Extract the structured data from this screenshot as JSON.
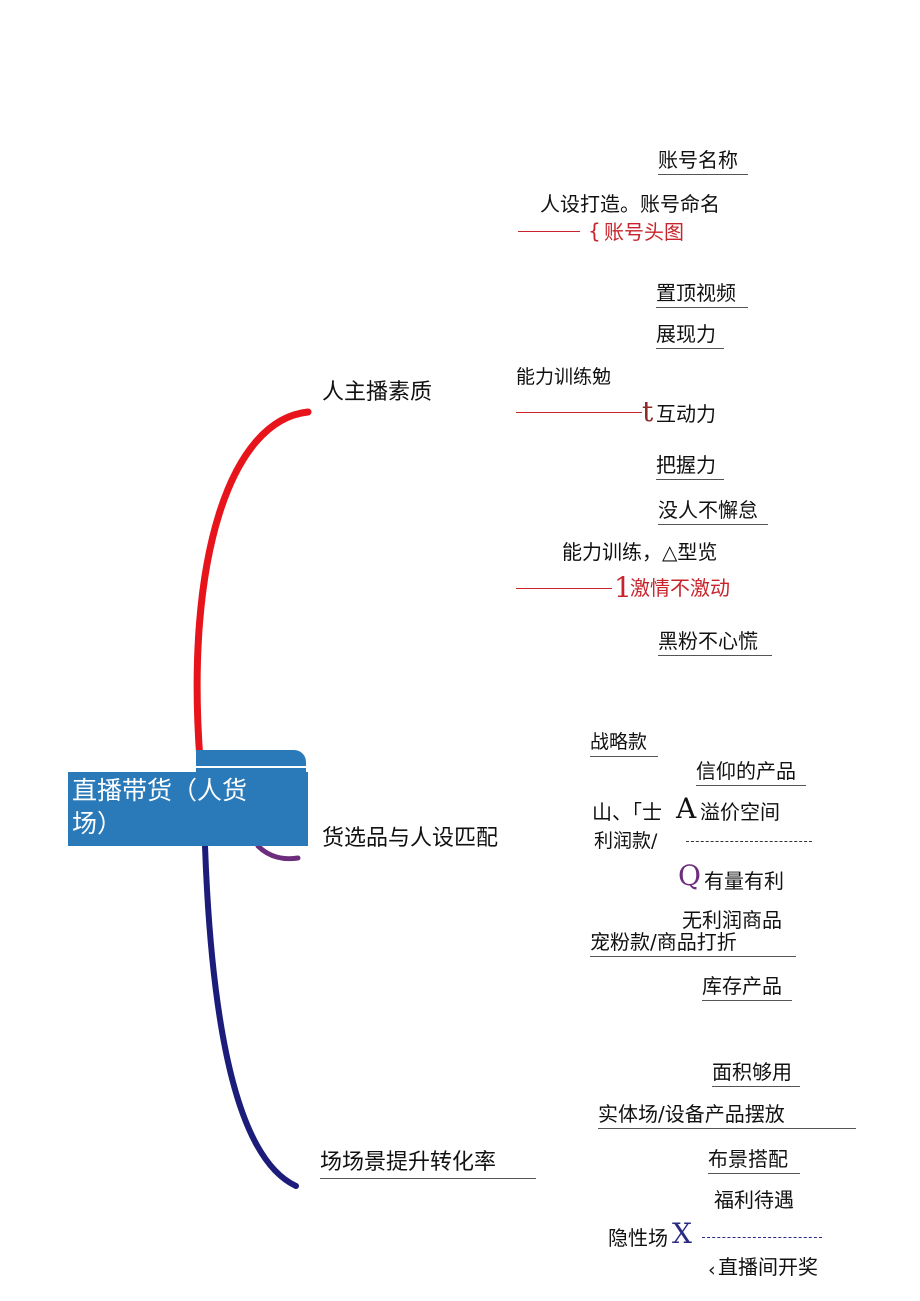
{
  "center": {
    "title": "直播带货（人货场）",
    "line1": "直播带货（人货",
    "line2": "场）"
  },
  "colors": {
    "center_bg": "#2a79b8",
    "branch_red": "#e8141c",
    "branch_purple": "#6d2d7d",
    "branch_navy": "#1c1c7a",
    "text_red": "#c8242b"
  },
  "branches": {
    "person": {
      "label": "人主播素质",
      "account": {
        "label": "人设打造。账号命名",
        "marker": "{",
        "items": [
          "账号名称",
          "账号头图",
          "置顶视频"
        ]
      },
      "ability1": {
        "label": "能力训练勉",
        "marker": "t",
        "items": [
          "展现力",
          "互动力",
          "把握力"
        ]
      },
      "ability2": {
        "label": "能力训练，△型览",
        "marker": "1",
        "items": [
          "没人不懈怠",
          "激情不激动",
          "黑粉不心慌"
        ]
      }
    },
    "goods": {
      "label": "货选品与人设匹配",
      "strategy": "战略款",
      "belief": "信仰的产品",
      "profit_prefix": "山、「士",
      "profit_marker": "A",
      "premium": "溢价空间",
      "profit_label": "利润款/",
      "volume_marker": "Q",
      "volume": "有量有利",
      "no_profit": "无利润商品",
      "fans": "宠粉款/商品打折",
      "stock": "库存产品"
    },
    "scene": {
      "label": "场场景提升转化率",
      "physical": "实体场/设备产品摆放",
      "area": "面积够用",
      "decor": "布景搭配",
      "welfare": "福利待遇",
      "hidden": "隐性场",
      "hidden_marker": "X",
      "lottery_marker": "‹",
      "lottery": "直播间开奖"
    }
  }
}
